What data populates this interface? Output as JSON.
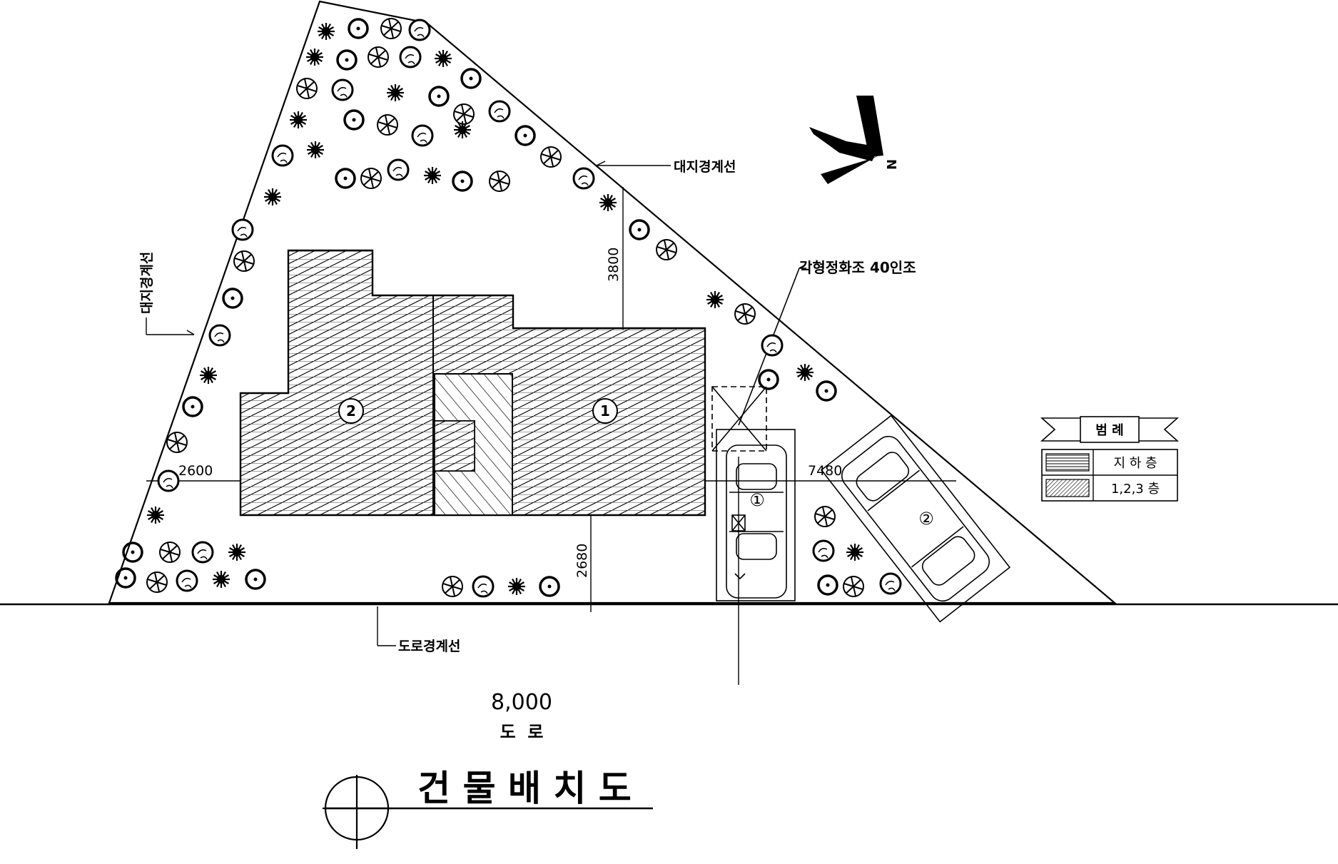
{
  "labels": {
    "boundary_top": "대지경계선",
    "boundary_left": "대지경계선",
    "road_boundary": "도로경계선",
    "tank": "각형정화조 40인조",
    "north": "N"
  },
  "dimensions": {
    "top_setback": "3800",
    "left_setback": "2600",
    "right_setback": "7480",
    "bottom_setback": "2680"
  },
  "building_marks": {
    "mark_1": "1",
    "mark_2": "2"
  },
  "parking_marks": {
    "car_1": "①",
    "car_2": "②"
  },
  "legend": {
    "title": "범 례",
    "rows": [
      {
        "label": "지 하 층",
        "pattern": "horizontal"
      },
      {
        "label": "1,2,3 층",
        "pattern": "diagonal"
      }
    ]
  },
  "road": {
    "width": "8,000",
    "label": "도  로"
  },
  "drawing_title": "건 물 배 치 도",
  "colors": {
    "ink": "#000000",
    "paper": "#ffffff"
  }
}
